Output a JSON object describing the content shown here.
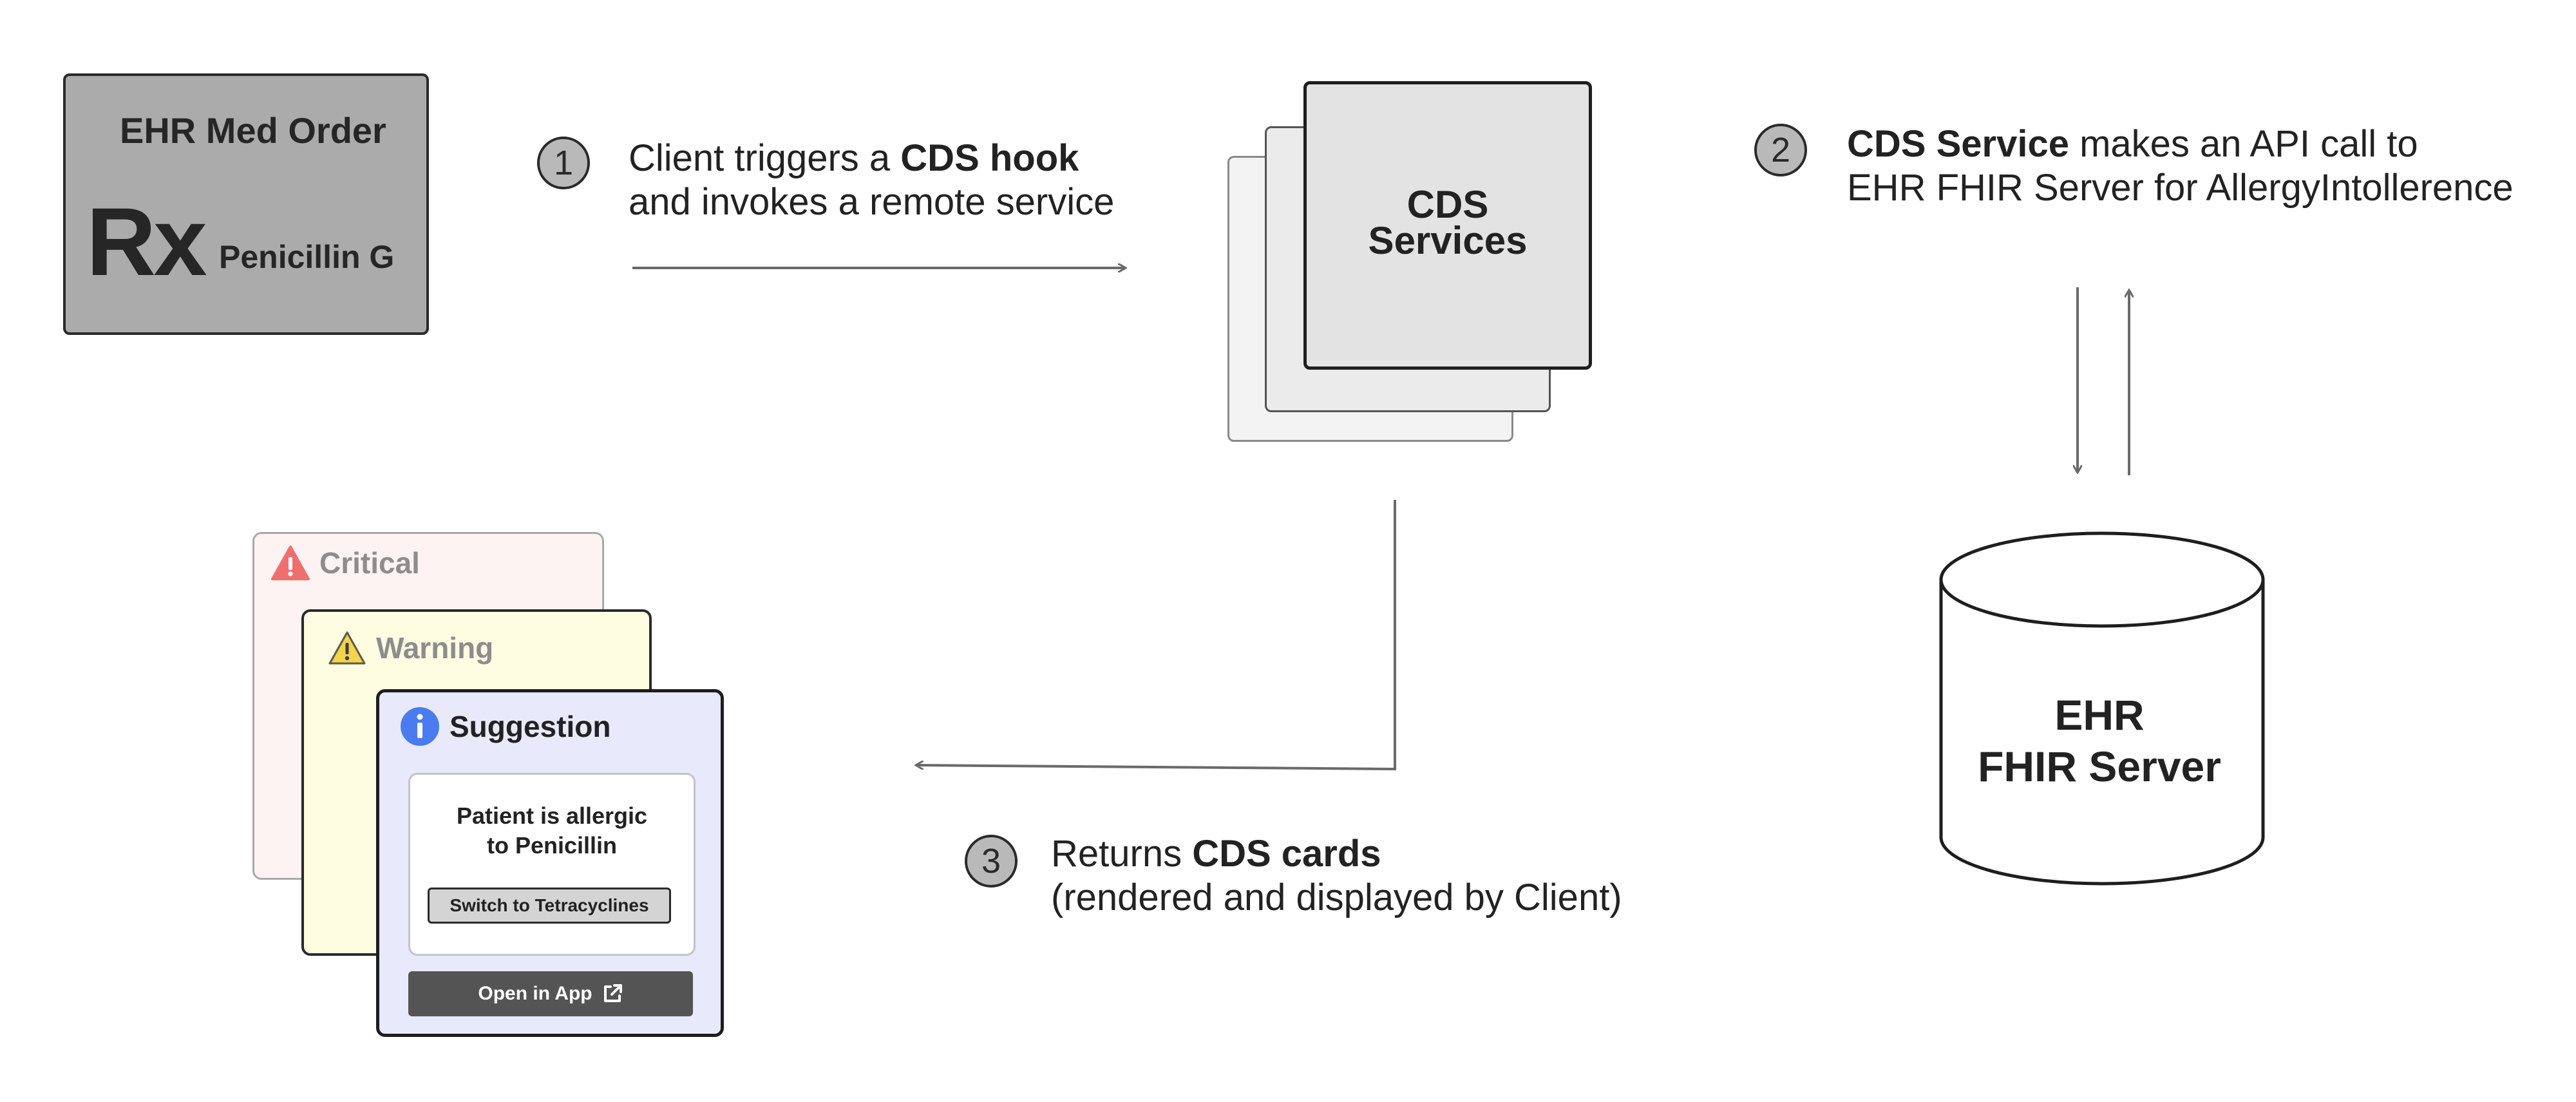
{
  "ehr_order": {
    "title": "EHR Med Order",
    "rx": "Rx",
    "drug": "Penicillin G"
  },
  "cds_services": {
    "line1": "CDS",
    "line2": "Services"
  },
  "steps": [
    {
      "number": "1",
      "line1_prefix": "Client triggers a ",
      "line1_bold": "CDS hook",
      "line2": "and invokes a remote service"
    },
    {
      "number": "2",
      "line1_bold": "CDS Service",
      "line1_suffix": " makes an API call to",
      "line2": "EHR FHIR Server for AllergyIntollerence"
    },
    {
      "number": "3",
      "line1_prefix": "Returns ",
      "line1_bold": "CDS cards",
      "line2": "(rendered and displayed by Client)"
    }
  ],
  "ehr_server": {
    "line1": "EHR",
    "line2": "FHIR Server"
  },
  "cards": {
    "critical": {
      "title": "Critical",
      "icon": "warning-triangle-red"
    },
    "warning": {
      "title": "Warning",
      "icon": "warning-triangle-yellow"
    },
    "suggestion": {
      "title": "Suggestion",
      "icon": "info-circle-blue",
      "message_line1": "Patient is allergic",
      "message_line2": "to Penicillin",
      "action_label": "Switch to Tetracyclines",
      "link_label": "Open in App",
      "link_icon": "external-link"
    }
  },
  "colors": {
    "critical_icon": "#ef6f6f",
    "warning_icon": "#f3d44a",
    "info_icon": "#4a7cf0",
    "critical_bg": "#fdf3f3",
    "warning_bg": "#fdfde2",
    "suggestion_bg": "#e9e9fc"
  }
}
